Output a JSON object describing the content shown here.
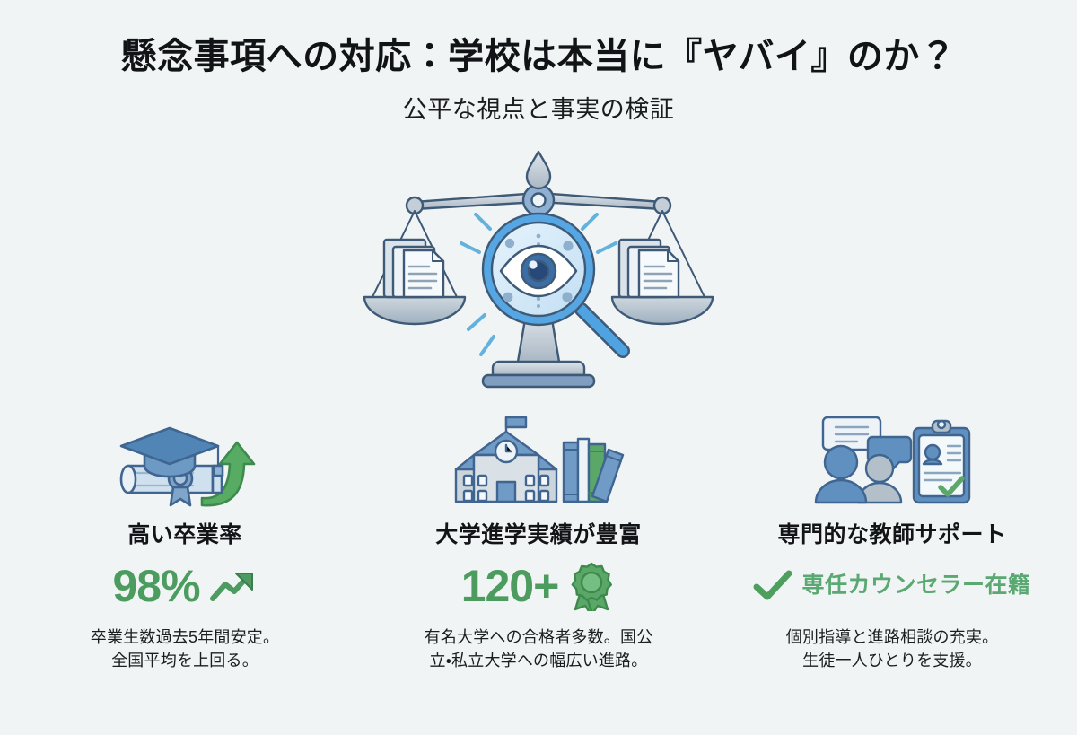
{
  "header": {
    "title": "懸念事項への対応：学校は本当に『ヤバイ』のか？",
    "subtitle": "公平な視点と事実の検証"
  },
  "hero": {
    "icon_name": "balance-scale-magnifier-eye-illustration",
    "colors": {
      "scale_metal": "#b9c3cb",
      "scale_outline": "#3f5a77",
      "magnifier_rim": "#55a6e2",
      "lens_fill": "#cfe7f8",
      "eye_pupil": "#2d5383",
      "ray": "#61b0dd"
    }
  },
  "columns": [
    {
      "icon_name": "graduation-cap-diploma-growth-arrow-icon",
      "heading": "高い卒業率",
      "value_number": "98%",
      "value_icon_name": "trending-up-arrow-icon",
      "description_lines": [
        "卒業生数過去5年間安定。",
        "全国平均を上回る。"
      ]
    },
    {
      "icon_name": "school-building-books-icon",
      "heading": "大学進学実績が豊富",
      "value_number": "120+",
      "value_icon_name": "award-ribbon-rosette-icon",
      "description_lines": [
        "有名大学への合格者多数。国公",
        "立・私立大学への幅広い進路。"
      ]
    },
    {
      "icon_name": "teachers-counseling-clipboard-icon",
      "heading": "専門的な教師サポート",
      "value_text": "専任カウンセラー在籍",
      "value_icon_name": "green-check-icon",
      "description_lines": [
        "個別指導と進路相談の充実。",
        "生徒一人ひとりを支援。"
      ]
    }
  ],
  "theme": {
    "background": "#f1f4f5",
    "accent_green": "#4c9c5f",
    "accent_green_soft": "#5aa872",
    "accent_blue": "#5f8cba",
    "text_dark": "#121417"
  }
}
